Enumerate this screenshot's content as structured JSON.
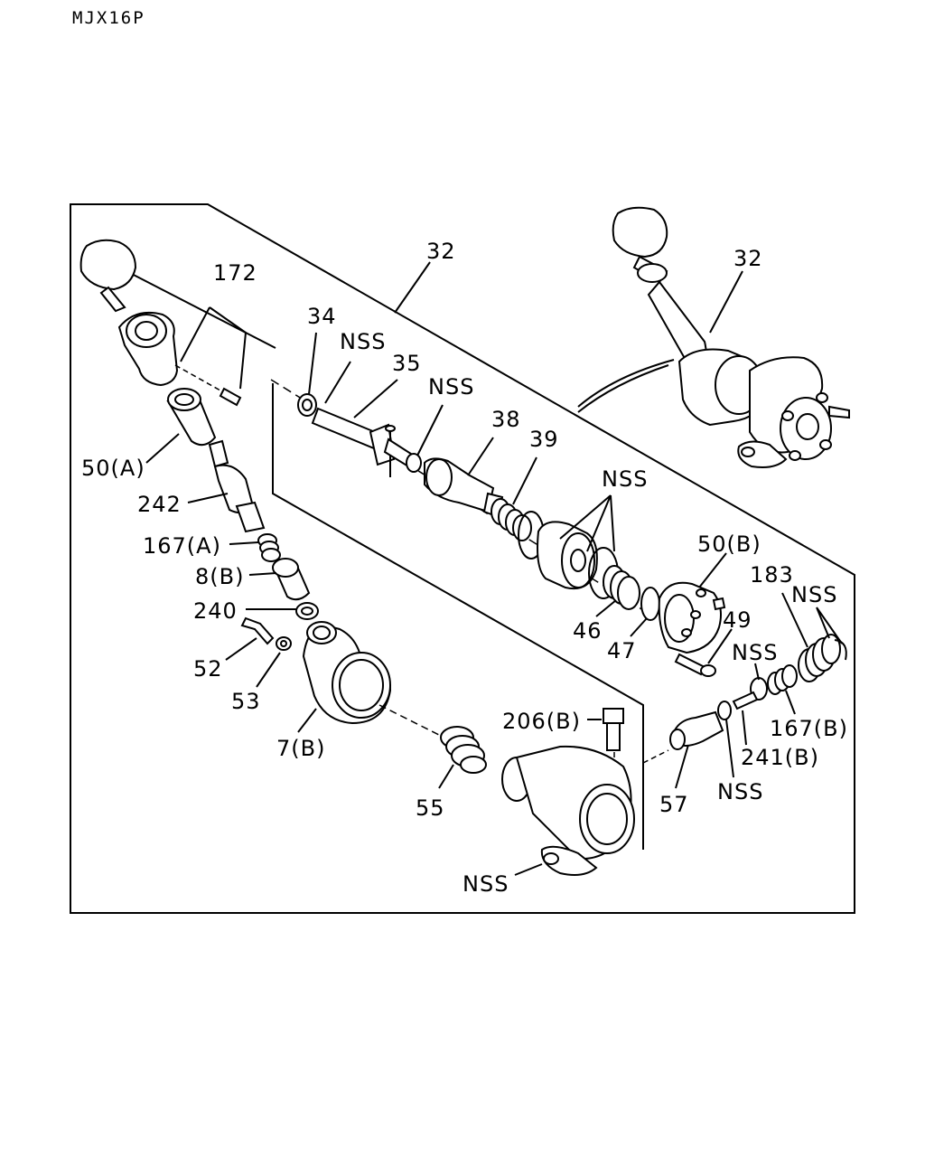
{
  "figure_code": "MJX16P",
  "callouts": {
    "c32_main": "32",
    "c32_inset": "32",
    "c172": "172",
    "c34": "34",
    "c35": "35",
    "c38": "38",
    "c39": "39",
    "c50a": "50(A)",
    "c50b": "50(B)",
    "c242": "242",
    "c167a": "167(A)",
    "c167b": "167(B)",
    "c8b": "8(B)",
    "c240": "240",
    "c52": "52",
    "c53": "53",
    "c7b": "7(B)",
    "c55": "55",
    "c46": "46",
    "c47": "47",
    "c49": "49",
    "c183": "183",
    "c206b": "206(B)",
    "c57": "57",
    "c241b": "241(B)",
    "nss1": "NSS",
    "nss2": "NSS",
    "nss3": "NSS",
    "nss4": "NSS",
    "nss5": "NSS",
    "nss6": "NSS",
    "nss7": "NSS"
  }
}
